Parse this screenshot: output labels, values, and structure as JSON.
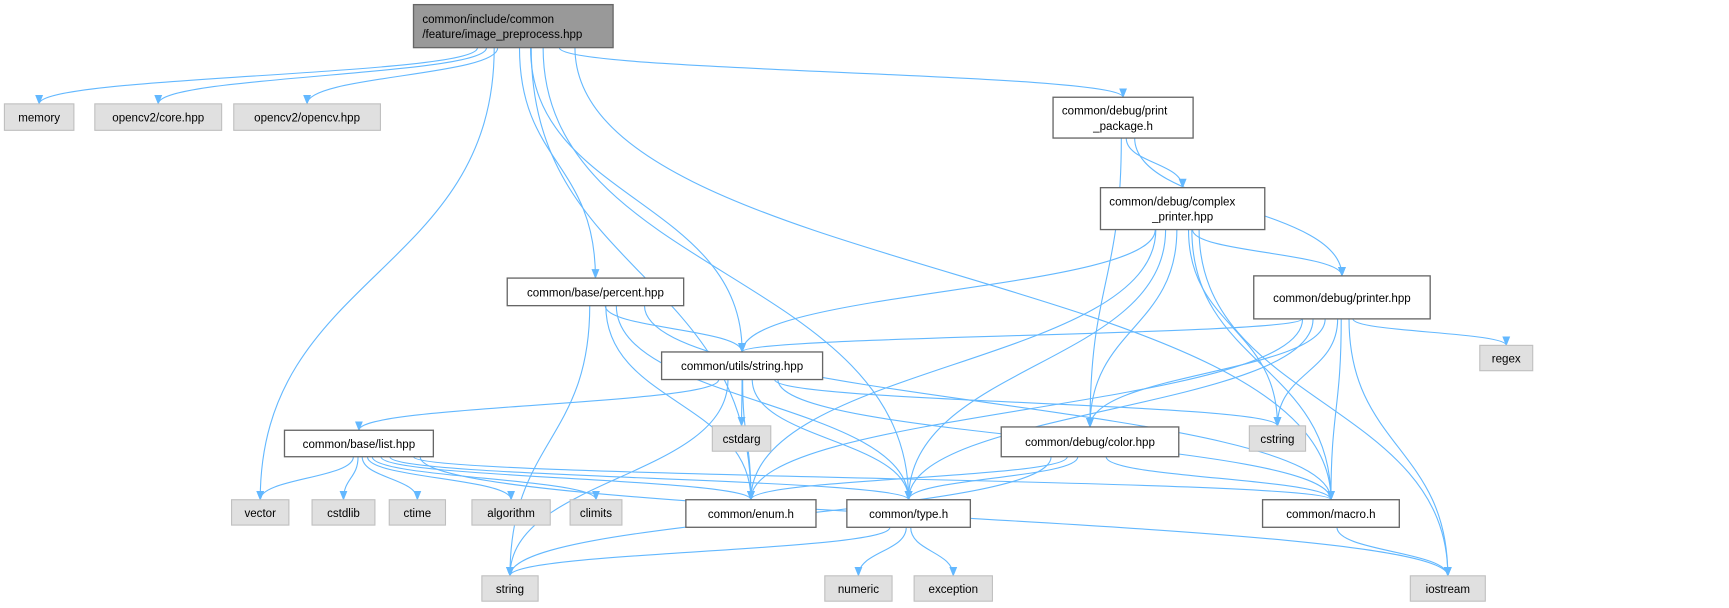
{
  "colors": {
    "edge": "#63b8ff",
    "root_fill": "#999999",
    "external_fill": "#e0e0e0",
    "internal_fill": "#ffffff",
    "border": "#666666"
  },
  "nodes": [
    {
      "id": "root",
      "kind": "root",
      "lines": [
        "common/include/common",
        "/feature/image_preprocess.hpp"
      ]
    },
    {
      "id": "memory",
      "kind": "external",
      "lines": [
        "memory"
      ]
    },
    {
      "id": "cvcore",
      "kind": "external",
      "lines": [
        "opencv2/core.hpp"
      ]
    },
    {
      "id": "cvopencv",
      "kind": "external",
      "lines": [
        "opencv2/opencv.hpp"
      ]
    },
    {
      "id": "printpkg",
      "kind": "internal",
      "lines": [
        "common/debug/print",
        "_package.h"
      ]
    },
    {
      "id": "complex",
      "kind": "internal",
      "lines": [
        "common/debug/complex",
        "_printer.hpp"
      ]
    },
    {
      "id": "printer",
      "kind": "internal",
      "lines": [
        "common/debug/printer.hpp"
      ]
    },
    {
      "id": "regex",
      "kind": "external",
      "lines": [
        "regex"
      ]
    },
    {
      "id": "percent",
      "kind": "internal",
      "lines": [
        "common/base/percent.hpp"
      ]
    },
    {
      "id": "strhpp",
      "kind": "internal",
      "lines": [
        "common/utils/string.hpp"
      ]
    },
    {
      "id": "cstdarg",
      "kind": "external",
      "lines": [
        "cstdarg"
      ]
    },
    {
      "id": "cstring",
      "kind": "external",
      "lines": [
        "cstring"
      ]
    },
    {
      "id": "list",
      "kind": "internal",
      "lines": [
        "common/base/list.hpp"
      ]
    },
    {
      "id": "color",
      "kind": "internal",
      "lines": [
        "common/debug/color.hpp"
      ]
    },
    {
      "id": "vector",
      "kind": "external",
      "lines": [
        "vector"
      ]
    },
    {
      "id": "cstdlib",
      "kind": "external",
      "lines": [
        "cstdlib"
      ]
    },
    {
      "id": "ctime",
      "kind": "external",
      "lines": [
        "ctime"
      ]
    },
    {
      "id": "algorithm",
      "kind": "external",
      "lines": [
        "algorithm"
      ]
    },
    {
      "id": "climits",
      "kind": "external",
      "lines": [
        "climits"
      ]
    },
    {
      "id": "enum",
      "kind": "internal",
      "lines": [
        "common/enum.h"
      ]
    },
    {
      "id": "type",
      "kind": "internal",
      "lines": [
        "common/type.h"
      ]
    },
    {
      "id": "macro",
      "kind": "internal",
      "lines": [
        "common/macro.h"
      ]
    },
    {
      "id": "string",
      "kind": "external",
      "lines": [
        "string"
      ]
    },
    {
      "id": "numeric",
      "kind": "external",
      "lines": [
        "numeric"
      ]
    },
    {
      "id": "exception",
      "kind": "external",
      "lines": [
        "exception"
      ]
    },
    {
      "id": "iostream",
      "kind": "external",
      "lines": [
        "iostream"
      ]
    }
  ],
  "edges": [
    [
      "root",
      "memory"
    ],
    [
      "root",
      "cvcore"
    ],
    [
      "root",
      "cvopencv"
    ],
    [
      "root",
      "printpkg"
    ],
    [
      "root",
      "macro"
    ],
    [
      "root",
      "vector"
    ],
    [
      "root",
      "enum"
    ],
    [
      "root",
      "percent"
    ],
    [
      "root",
      "strhpp"
    ],
    [
      "root",
      "type"
    ],
    [
      "percent",
      "string"
    ],
    [
      "percent",
      "strhpp"
    ],
    [
      "percent",
      "enum"
    ],
    [
      "percent",
      "type"
    ],
    [
      "percent",
      "macro"
    ],
    [
      "strhpp",
      "string"
    ],
    [
      "strhpp",
      "list"
    ],
    [
      "strhpp",
      "cstdarg"
    ],
    [
      "strhpp",
      "enum"
    ],
    [
      "strhpp",
      "type"
    ],
    [
      "strhpp",
      "cstring"
    ],
    [
      "strhpp",
      "macro"
    ],
    [
      "list",
      "vector"
    ],
    [
      "list",
      "cstdlib"
    ],
    [
      "list",
      "ctime"
    ],
    [
      "list",
      "algorithm"
    ],
    [
      "list",
      "climits"
    ],
    [
      "list",
      "enum"
    ],
    [
      "list",
      "type"
    ],
    [
      "list",
      "macro"
    ],
    [
      "list",
      "iostream"
    ],
    [
      "printpkg",
      "complex"
    ],
    [
      "printpkg",
      "color"
    ],
    [
      "printpkg",
      "printer"
    ],
    [
      "complex",
      "strhpp"
    ],
    [
      "complex",
      "enum"
    ],
    [
      "complex",
      "type"
    ],
    [
      "complex",
      "color"
    ],
    [
      "complex",
      "cstring"
    ],
    [
      "complex",
      "printer"
    ],
    [
      "complex",
      "macro"
    ],
    [
      "complex",
      "iostream"
    ],
    [
      "printer",
      "strhpp"
    ],
    [
      "printer",
      "color"
    ],
    [
      "printer",
      "cstring"
    ],
    [
      "printer",
      "regex"
    ],
    [
      "printer",
      "type"
    ],
    [
      "printer",
      "enum"
    ],
    [
      "printer",
      "macro"
    ],
    [
      "printer",
      "iostream"
    ],
    [
      "color",
      "enum"
    ],
    [
      "color",
      "type"
    ],
    [
      "color",
      "macro"
    ],
    [
      "color",
      "string"
    ],
    [
      "type",
      "string"
    ],
    [
      "type",
      "numeric"
    ],
    [
      "type",
      "exception"
    ],
    [
      "macro",
      "iostream"
    ]
  ]
}
